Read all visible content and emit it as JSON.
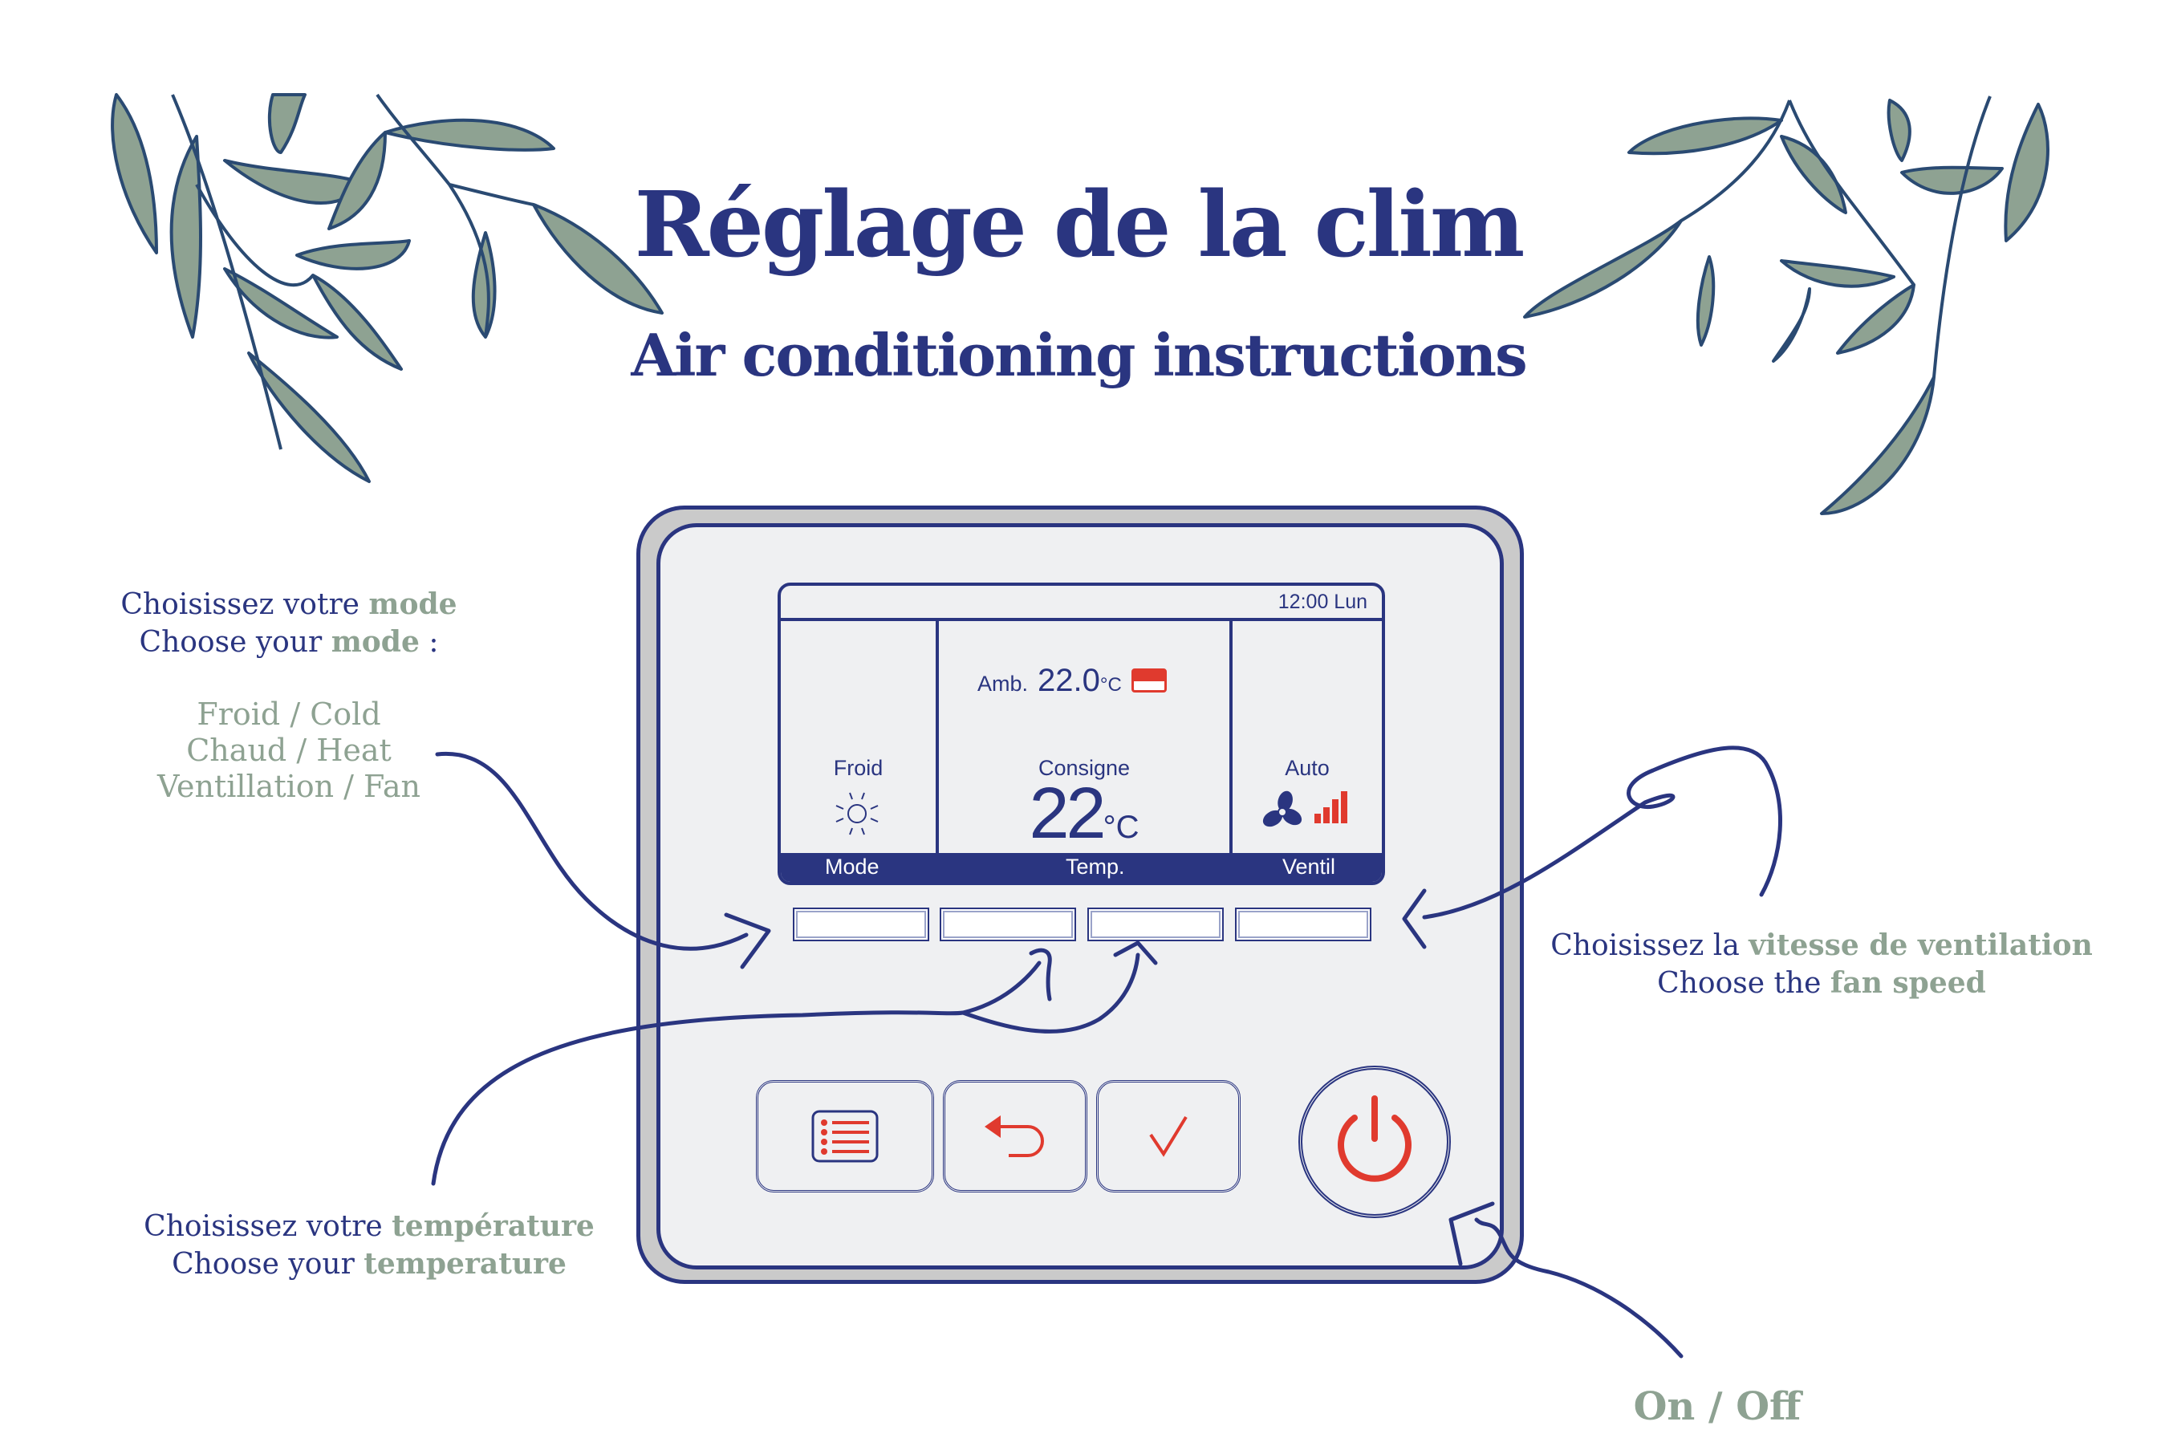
{
  "header": {
    "title_fr": "Réglage de la clim",
    "title_en": "Air conditioning instructions"
  },
  "notes": {
    "mode": {
      "fr_prefix": "Choisissez votre ",
      "fr_highlight": "mode",
      "en_prefix": "Choose your ",
      "en_highlight": "mode",
      "en_suffix": " :",
      "options": [
        "Froid / Cold",
        "Chaud / Heat",
        "Ventillation / Fan"
      ]
    },
    "fan": {
      "fr_prefix": "Choisissez la ",
      "fr_highlight": "vitesse de ventilation",
      "en_prefix": "Choose the ",
      "en_highlight": "fan speed"
    },
    "temperature": {
      "fr_prefix": "Choisissez votre ",
      "fr_highlight": "température",
      "en_prefix": "Choose your ",
      "en_highlight": "temperature"
    },
    "power": "On / Off"
  },
  "screen": {
    "clock": "12:00 Lun",
    "mode_value": "Froid",
    "mode_icon": "sun-icon",
    "ambient_label": "Amb.",
    "ambient_value": "22.0",
    "ambient_unit": "°C",
    "setpoint_label": "Consigne",
    "setpoint_value": "22",
    "setpoint_unit": "°C",
    "fan_value": "Auto",
    "fan_level": "4 of 4",
    "softkeys": [
      "Mode",
      "Temp.",
      "Ventil"
    ]
  },
  "buttons": {
    "menu": "list-icon",
    "back": "undo-arrow-icon",
    "confirm": "checkmark-icon",
    "power": "power-icon"
  },
  "colors": {
    "navy": "#2a3580",
    "sage": "#8ea292",
    "red": "#e03a2e",
    "panel": "#eff0f2",
    "frame": "#cacaca"
  }
}
